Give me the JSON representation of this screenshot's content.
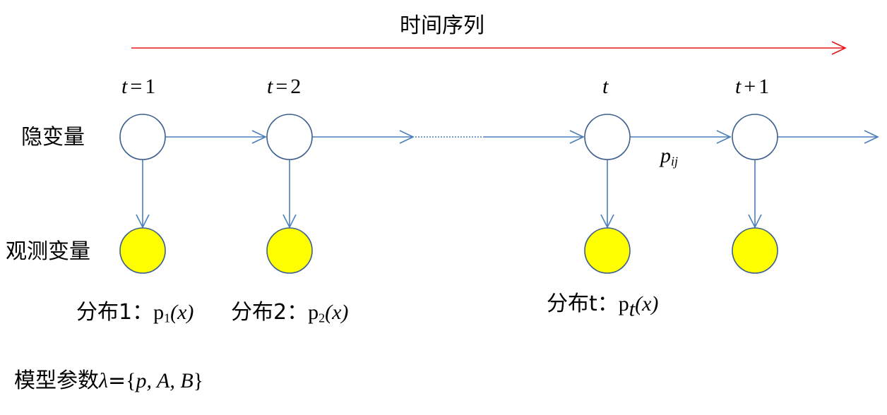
{
  "title": "时间序列",
  "row_labels": {
    "hidden": "隐变量",
    "observed": "观测变量"
  },
  "time_labels": [
    {
      "var": "t",
      "op": "=",
      "num": "1"
    },
    {
      "var": "t",
      "op": "=",
      "num": "2"
    },
    {
      "var": "t",
      "op": "",
      "num": ""
    },
    {
      "var": "t",
      "op": "+",
      "num": "1"
    }
  ],
  "transition_label": {
    "base": "p",
    "sub": "ij"
  },
  "distributions": [
    {
      "prefix": "分布1：",
      "p": "p",
      "sub": "1",
      "arg": "(x)"
    },
    {
      "prefix": "分布2：",
      "p": "p",
      "sub": "2",
      "arg": "(x)"
    },
    {
      "prefix": "分布t：",
      "p": "p",
      "sub": "t",
      "arg": "(x)"
    }
  ],
  "params": {
    "prefix": "模型参数",
    "lambda": "λ",
    "eq": "=",
    "open": "{",
    "set": "p, A,  B",
    "close": "}"
  },
  "colors": {
    "timeline_arrow": "#e8131b",
    "node_stroke": "#3d5f8f",
    "edge": "#4a7ebb",
    "observed_fill": "#ffff00",
    "observed_stroke": "#3d5f8f"
  }
}
